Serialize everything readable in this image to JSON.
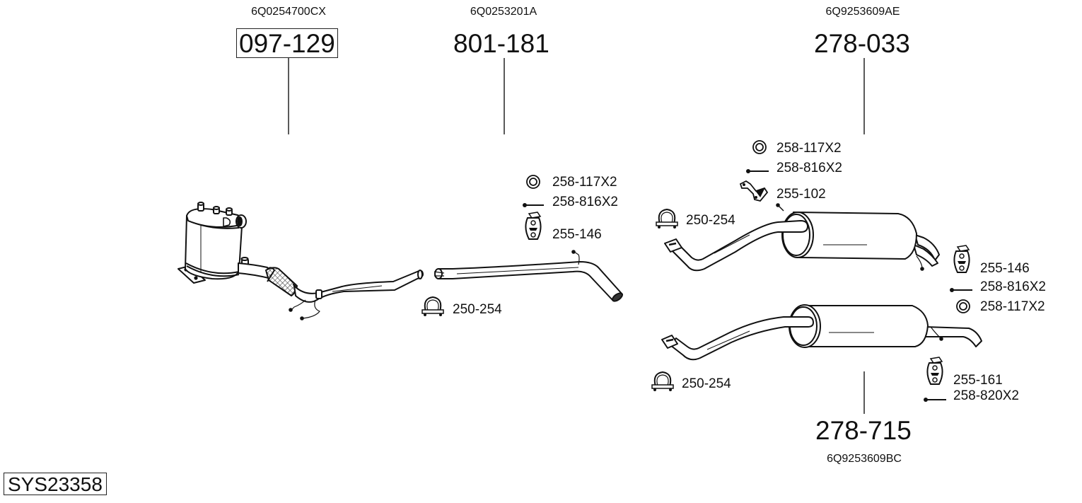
{
  "diagram": {
    "system_id": "SYS23358",
    "components": [
      {
        "part_number": "097-129",
        "oem_number": "6Q0254700CX",
        "highlighted": true,
        "description": "Diesel particulate filter with front pipe"
      },
      {
        "part_number": "801-181",
        "oem_number": "6Q0253201A",
        "highlighted": false,
        "description": "Intermediate pipe"
      },
      {
        "part_number": "278-033",
        "oem_number": "6Q9253609AE",
        "highlighted": false,
        "description": "Rear silencer (twin tailpipe)"
      },
      {
        "part_number": "278-715",
        "oem_number": "6Q9253609BC",
        "highlighted": false,
        "description": "Rear silencer (single tailpipe)"
      }
    ],
    "accessories": {
      "mid_pipe": [
        {
          "part": "258-117X2",
          "icon": "gasket-ring-icon"
        },
        {
          "part": "258-816X2",
          "icon": "bolt-icon"
        },
        {
          "part": "255-146",
          "icon": "rubber-hanger-icon"
        },
        {
          "part": "250-254",
          "icon": "pipe-clamp-icon"
        }
      ],
      "rear_top": [
        {
          "part": "258-117X2",
          "icon": "gasket-ring-icon"
        },
        {
          "part": "258-816X2",
          "icon": "bolt-icon"
        },
        {
          "part": "255-102",
          "icon": "mounting-bracket-icon"
        },
        {
          "part": "250-254",
          "icon": "pipe-clamp-icon"
        }
      ],
      "rear_top_right": [
        {
          "part": "255-146",
          "icon": "rubber-hanger-icon"
        },
        {
          "part": "258-816X2",
          "icon": "bolt-icon"
        },
        {
          "part": "258-117X2",
          "icon": "gasket-ring-icon"
        }
      ],
      "rear_bottom": [
        {
          "part": "250-254",
          "icon": "pipe-clamp-icon"
        },
        {
          "part": "255-161",
          "icon": "rubber-hanger-icon"
        },
        {
          "part": "258-820X2",
          "icon": "bolt-icon"
        }
      ]
    }
  }
}
